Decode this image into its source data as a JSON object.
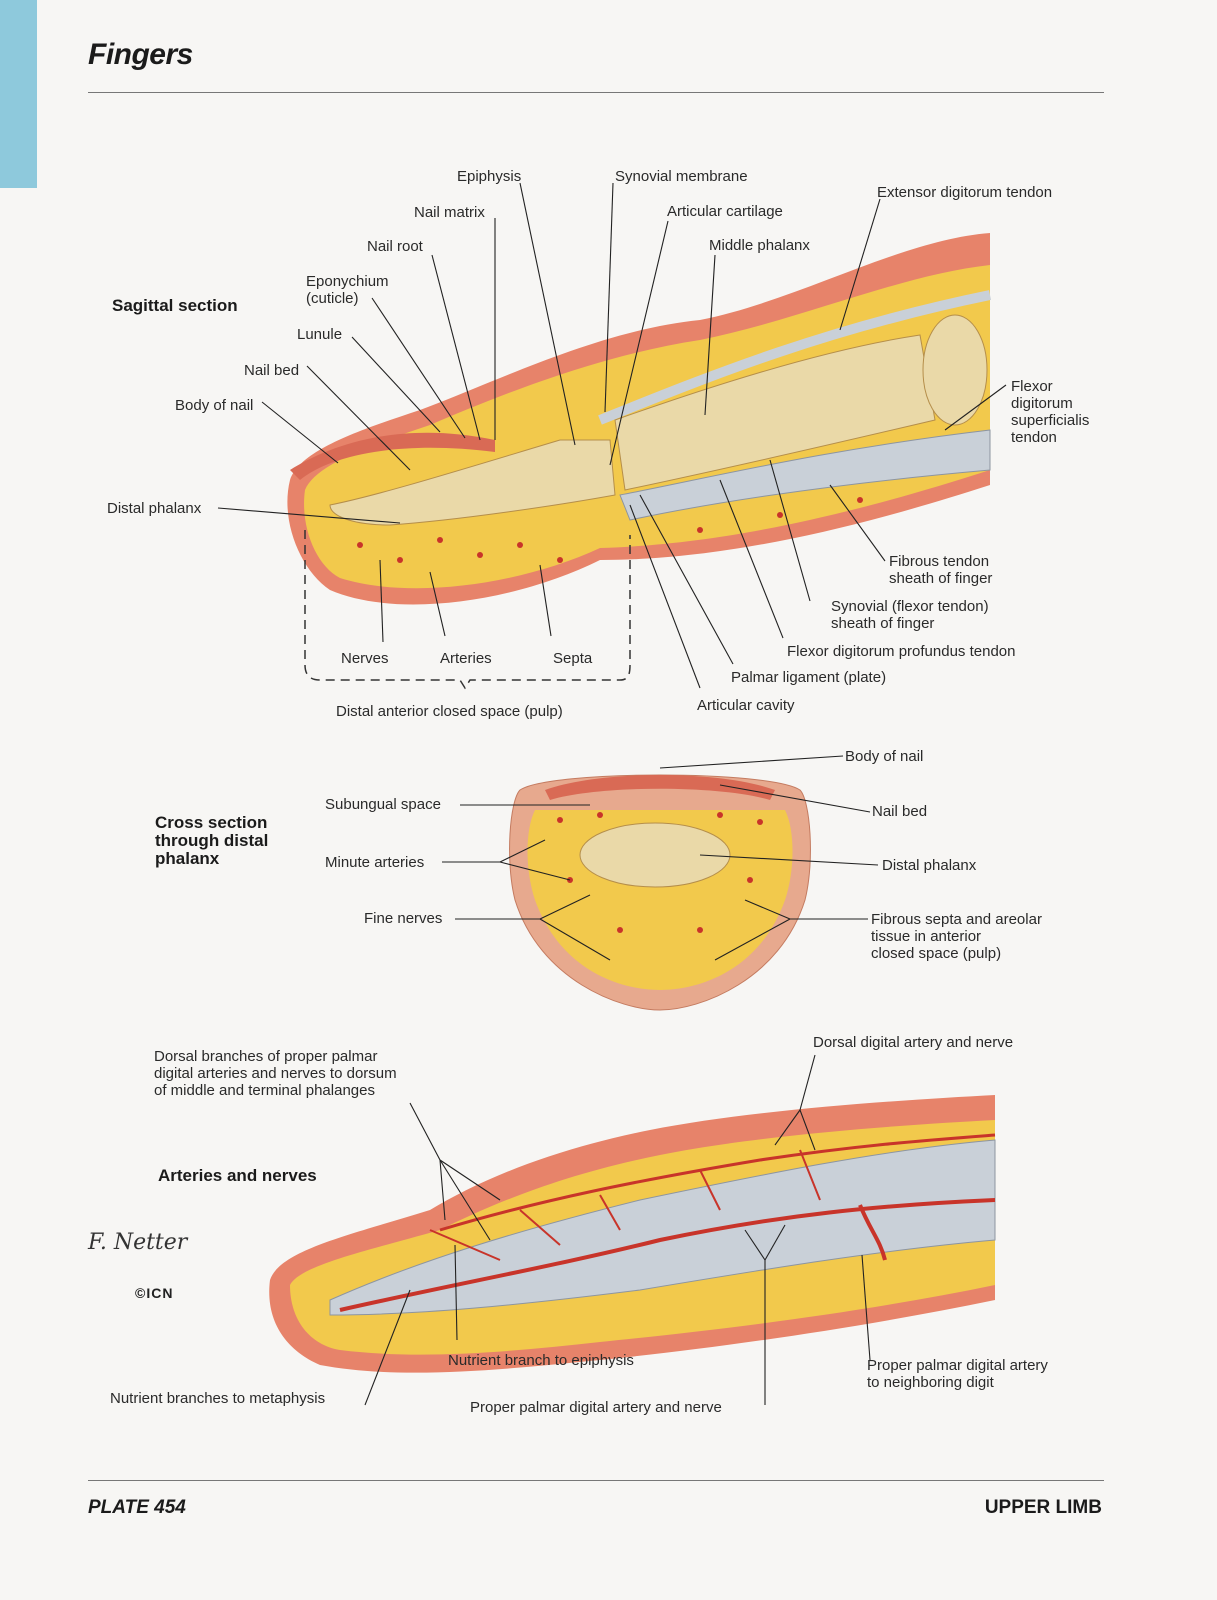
{
  "page": {
    "title": "Fingers",
    "plate": "PLATE 454",
    "section": "UPPER LIMB"
  },
  "colors": {
    "tab": "#8ec9dc",
    "skin": "#e7836a",
    "fat": "#f2c94c",
    "bone": "#ead9a8",
    "artery": "#c8342a",
    "tendon": "#c9d0d8"
  },
  "sagittal": {
    "heading": "Sagittal section",
    "labels": {
      "epiphysis": "Epiphysis",
      "nail_matrix": "Nail matrix",
      "nail_root": "Nail root",
      "eponychium": "Eponychium\n(cuticle)",
      "lunule": "Lunule",
      "nail_bed": "Nail bed",
      "body_of_nail": "Body of nail",
      "distal_phalanx": "Distal phalanx",
      "synovial_membrane": "Synovial membrane",
      "articular_cartilage": "Articular cartilage",
      "middle_phalanx": "Middle phalanx",
      "extensor_tendon": "Extensor digitorum tendon",
      "fds_tendon": "Flexor\ndigitorum\nsuperficialis\ntendon",
      "fibrous_sheath": "Fibrous tendon\nsheath of finger",
      "synovial_sheath": "Synovial (flexor tendon)\nsheath of finger",
      "fdp_tendon": "Flexor digitorum profundus tendon",
      "palmar_ligament": "Palmar ligament (plate)",
      "articular_cavity": "Articular cavity",
      "nerves": "Nerves",
      "arteries": "Arteries",
      "septa": "Septa",
      "pulp": "Distal anterior closed space (pulp)"
    }
  },
  "cross": {
    "heading": "Cross section\nthrough distal\nphalanx",
    "labels": {
      "subungual_space": "Subungual space",
      "minute_arteries": "Minute arteries",
      "fine_nerves": "Fine nerves",
      "body_of_nail": "Body of nail",
      "nail_bed": "Nail bed",
      "distal_phalanx": "Distal phalanx",
      "fibrous_septa": "Fibrous septa and areolar\ntissue in anterior\nclosed space (pulp)"
    }
  },
  "arteries": {
    "heading": "Arteries and nerves",
    "labels": {
      "dorsal_branches": "Dorsal branches of proper palmar\ndigital arteries and nerves to dorsum\nof middle and terminal phalanges",
      "dorsal_digital": "Dorsal digital artery and nerve",
      "nutrient_epiphysis": "Nutrient branch to epiphysis",
      "nutrient_metaphysis": "Nutrient branches to metaphysis",
      "proper_palmar": "Proper palmar digital artery and nerve",
      "neighboring": "Proper palmar digital artery\nto neighboring digit"
    }
  }
}
